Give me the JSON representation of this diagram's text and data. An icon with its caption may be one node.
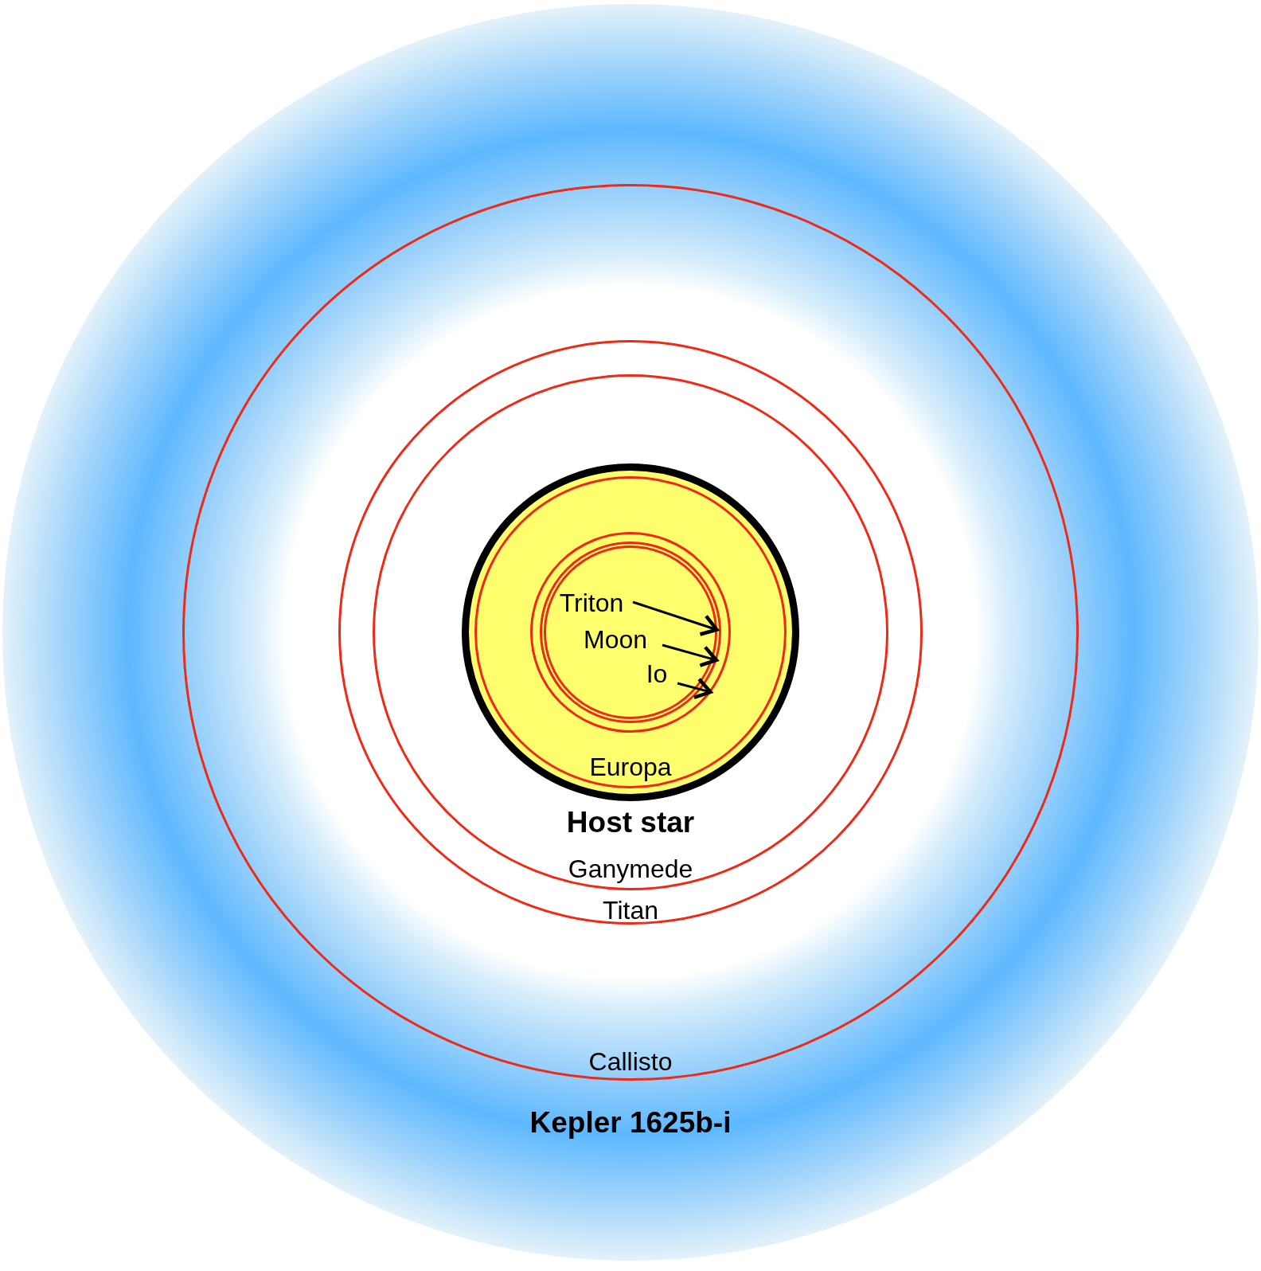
{
  "diagram": {
    "nodes": [
      {
        "text": [
          "Kepler 1625b-i"
        ]
      },
      {
        "text": [
          "Callisto"
        ],
        "in": 0
      },
      {
        "text": [
          "Titan"
        ],
        "in": 1
      },
      {
        "text": [
          "Ganymede"
        ],
        "in": 2
      },
      {
        "text": [
          "Host star"
        ],
        "in": 3
      },
      {
        "text": [
          "Europa"
        ],
        "in": 4
      },
      {
        "text": [],
        "shape": "circle",
        "in": 5
      },
      {
        "text": [],
        "shape": "circle",
        "in": 6
      },
      {
        "text": [],
        "shape": "circle",
        "in": 7
      },
      {
        "text": [
          "Triton"
        ],
        "in": 8
      },
      {
        "text": [
          "Moon"
        ],
        "in": 8
      },
      {
        "text": [
          "Io"
        ],
        "in": 8
      }
    ],
    "edges": [
      {
        "from": 9,
        "to": 8,
        "arrow": "to"
      },
      {
        "from": 10,
        "to": 7,
        "arrow": "to"
      },
      {
        "from": 11,
        "to": 6,
        "arrow": "to"
      }
    ]
  }
}
